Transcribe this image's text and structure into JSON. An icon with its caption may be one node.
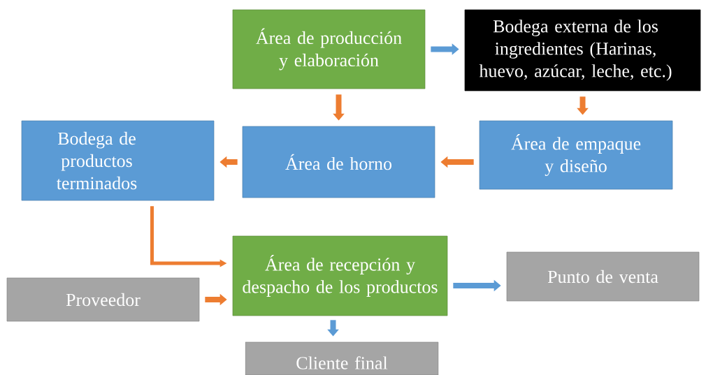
{
  "diagram": {
    "nodes": [
      {
        "text": [
          "Área de producción y elaboración"
        ]
      },
      {
        "text": [
          "Bodega externa de los ingredientes (Harinas, huevo, azúcar, leche, etc.)"
        ]
      },
      {
        "text": [
          "Área de horno"
        ]
      },
      {
        "text": [
          "Área de empaque y diseño"
        ]
      },
      {
        "text": [
          "Bodega de productos terminados"
        ]
      },
      {
        "text": [
          "Área de recepción y despacho de los productos"
        ]
      },
      {
        "text": [
          "Proveedor"
        ]
      },
      {
        "text": [
          "Punto de venta"
        ]
      },
      {
        "text": [
          "Cliente final"
        ]
      }
    ],
    "edges": [
      {
        "from": 0,
        "to": 1,
        "arrow": "to",
        "color": "#5b9bd5"
      },
      {
        "from": 0,
        "to": 2,
        "arrow": "to"
      },
      {
        "from": 1,
        "to": 3,
        "arrow": "to"
      },
      {
        "from": 3,
        "to": 2,
        "arrow": "to"
      },
      {
        "from": 2,
        "to": 4,
        "arrow": "to"
      },
      {
        "from": 4,
        "to": 5,
        "arrow": "to"
      },
      {
        "from": 6,
        "to": 5,
        "arrow": "to"
      },
      {
        "from": 5,
        "to": 7,
        "arrow": "to",
        "color": "#5b9bd5"
      },
      {
        "from": 5,
        "to": 8,
        "arrow": "to",
        "color": "#5b9bd5"
      }
    ]
  }
}
